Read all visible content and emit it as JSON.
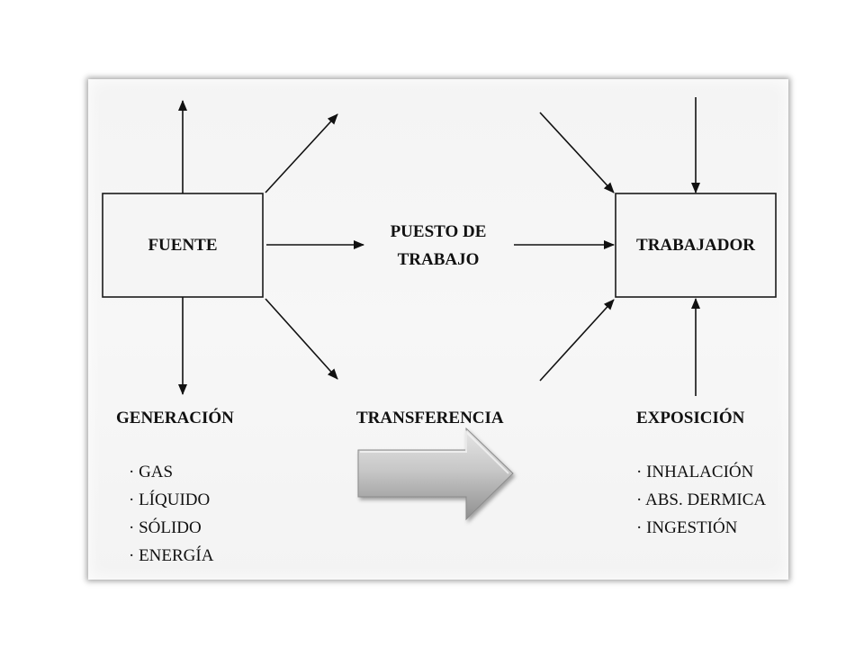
{
  "nodes": {
    "fuente": "FUENTE",
    "puesto_line1": "PUESTO DE",
    "puesto_line2": "TRABAJO",
    "trabajador": "TRABAJADOR"
  },
  "stages": {
    "generacion": {
      "title": "GENERACIÓN",
      "items": [
        "· GAS",
        "· LÍQUIDO",
        "· SÓLIDO",
        "· ENERGÍA"
      ]
    },
    "transferencia": {
      "title": "TRANSFERENCIA"
    },
    "exposicion": {
      "title": "EXPOSICIÓN",
      "items": [
        "· INHALACIÓN",
        "· ABS. DERMICA",
        "· INGESTIÓN"
      ]
    }
  },
  "colors": {
    "panel": "#f5f5f5",
    "ink": "#111111",
    "big_arrow_light": "#dcdcdc",
    "big_arrow_dark": "#9a9a9a"
  },
  "icons": {
    "flow_arrow": "big-right-arrow-icon"
  }
}
